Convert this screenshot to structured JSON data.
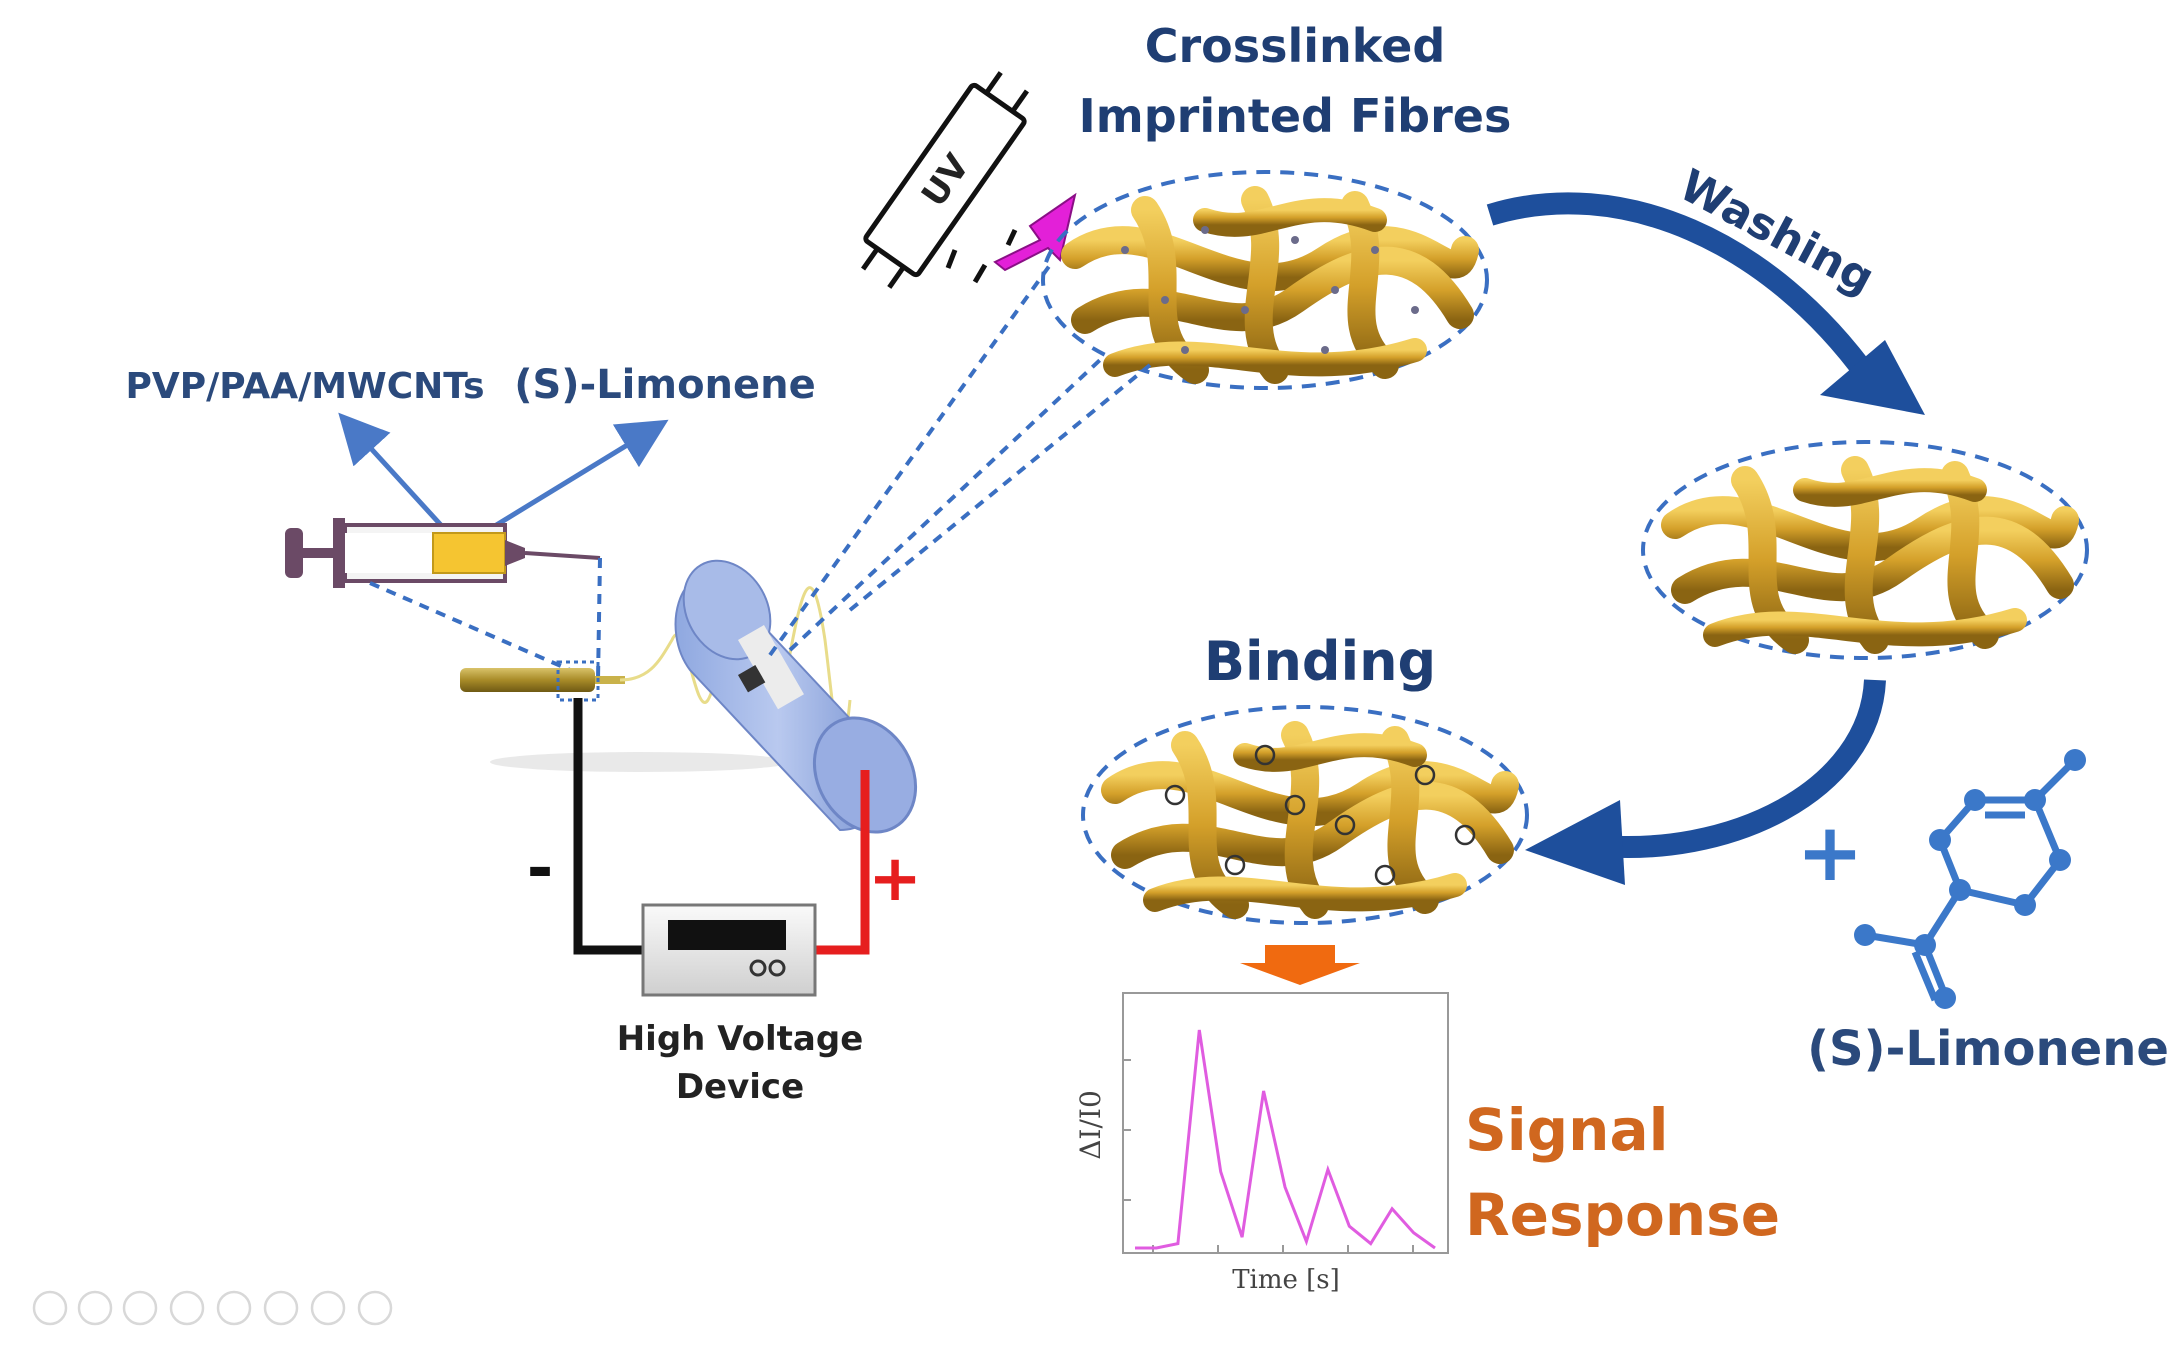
{
  "labels": {
    "crosslinked_line1": "Crosslinked",
    "crosslinked_line2": "Imprinted Fibres",
    "washing": "Washing",
    "binding": "Binding",
    "solution": "PVP/PAA/MWCNTs",
    "template_top": "(S)-Limonene",
    "template_bottom": "(S)-Limonene",
    "device_line1": "High Voltage",
    "device_line2": "Device",
    "signal_line1": "Signal",
    "signal_line2": "Response",
    "uv": "UV",
    "minus": "-",
    "plus": "+",
    "plus_reagent": "+"
  },
  "plot": {
    "xlabel": "Time [s]",
    "ylabel": "ΔI/I0"
  },
  "chart_data": {
    "type": "line",
    "xlabel": "Time [s]",
    "ylabel": "ΔI/I0",
    "series": [
      {
        "values": [
          0.0,
          0.0,
          0.02,
          1.0,
          0.35,
          0.05,
          0.72,
          0.28,
          0.03,
          0.36,
          0.1,
          0.02,
          0.18,
          0.07,
          0.0
        ]
      }
    ]
  },
  "colors": {
    "fibre": "#d4a02a",
    "arrow_blue": "#1e4f9c",
    "dash_blue": "#3a6fc2",
    "signal_trace": "#e05ce0",
    "uv_arrow": "#e320d8",
    "orange_arrow": "#f06a10",
    "molecule": "#3b78c9",
    "wire_red": "#e61e1e"
  },
  "icons": [
    "uv-lamp-icon",
    "syringe-icon",
    "needle-icon",
    "collector-drum-icon",
    "high-voltage-device-icon",
    "limonene-molecule-icon",
    "slideshow-controls-icon"
  ]
}
